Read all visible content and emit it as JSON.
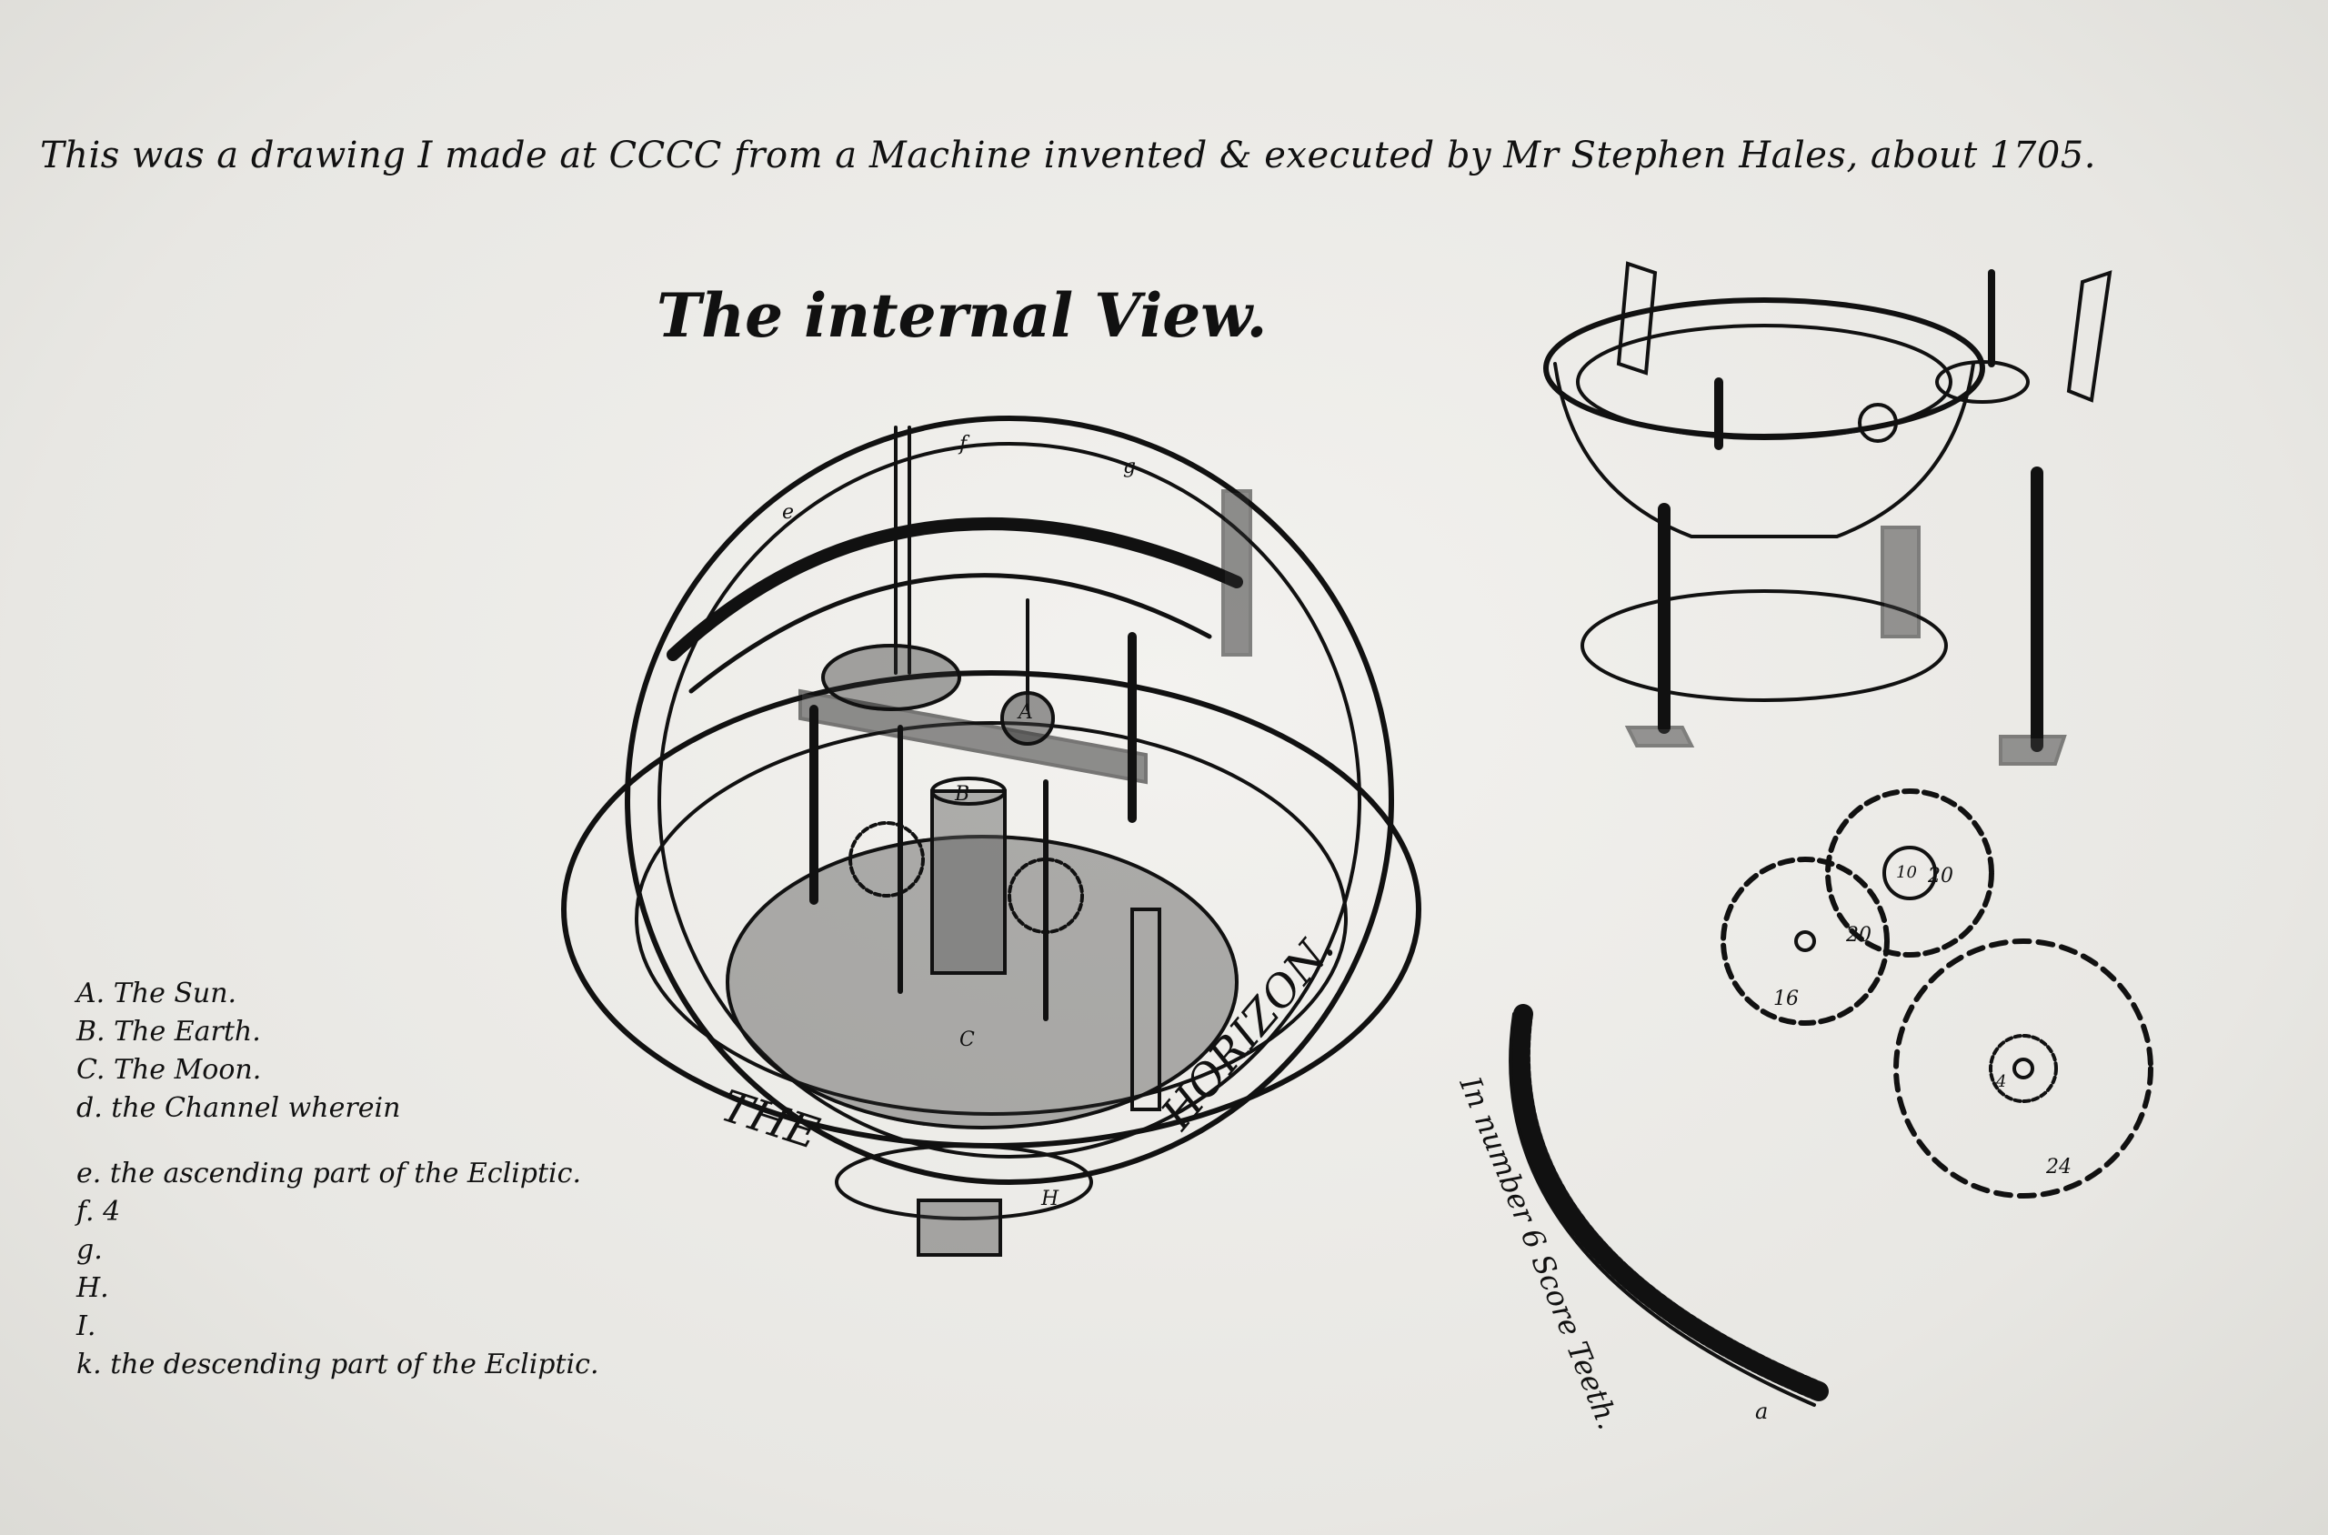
{
  "caption": "This was a drawing I made at CCCC from a Machine invented & executed by Mr Stephen Hales, about 1705.",
  "heading": "The internal View.",
  "legend": [
    "A. The Sun.",
    "B. The Earth.",
    "C. The Moon.",
    "d. the Channel wherein",
    "e. the ascending part of the Ecliptic.",
    "f. 4",
    "g.",
    "H.",
    "I.",
    "k. the descending part of the Ecliptic."
  ],
  "horizon_label": {
    "left": "THE",
    "right": "HORIZON."
  },
  "ring_letters": {
    "sun": "A",
    "earth": "B",
    "moon": "C",
    "ascending": "e",
    "f": "f",
    "g": "g",
    "h": "H"
  },
  "gear_labels": {
    "top": "20",
    "top_small": "10",
    "left": "16",
    "middle": "20",
    "bottom": "24",
    "bottom_small": "4"
  },
  "rack_label": "In number 6 Score Teeth.",
  "rack_letter": "a",
  "colors": {
    "paper": "#ecebe8",
    "ink": "#111111"
  }
}
